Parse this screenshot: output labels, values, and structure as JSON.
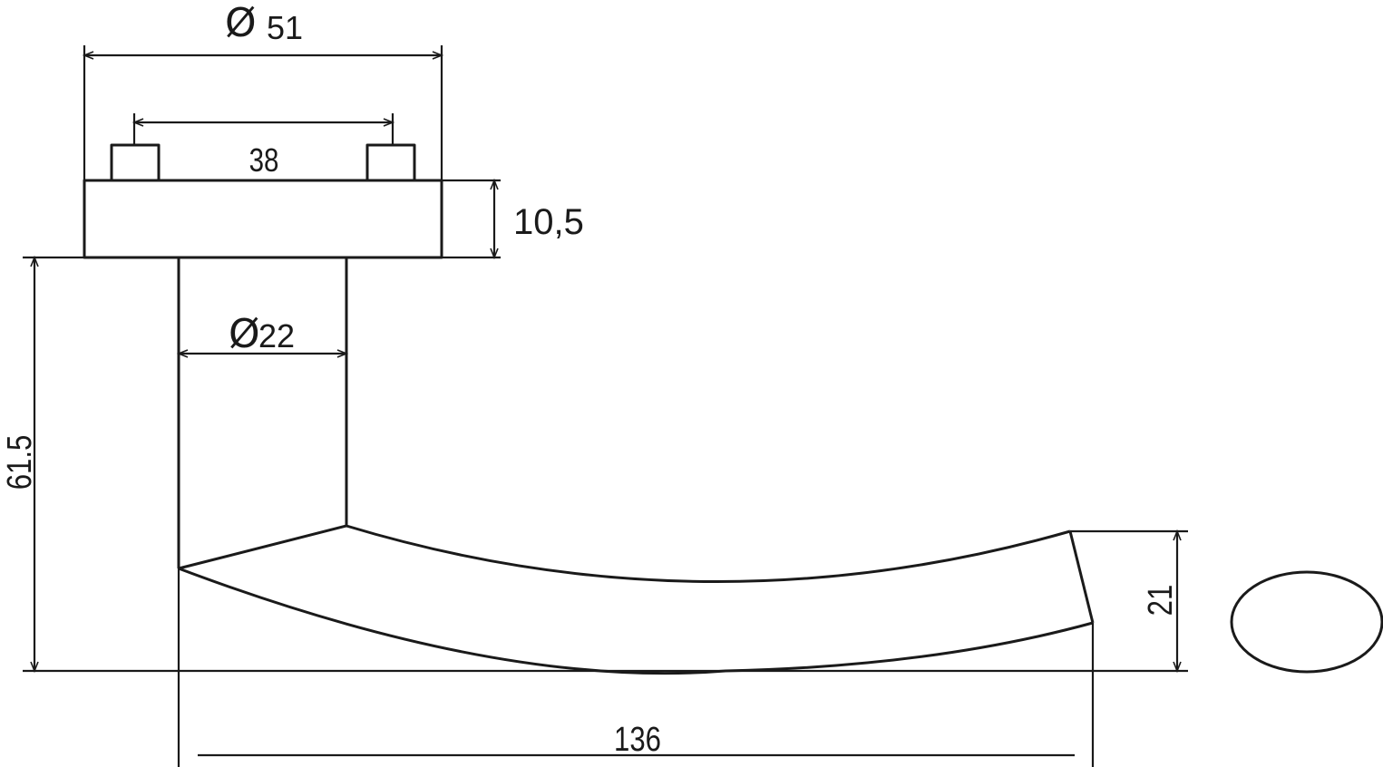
{
  "diagram": {
    "dimensions": {
      "rose_diameter": {
        "symbol": "Ø",
        "value": "51"
      },
      "screw_spacing": {
        "value": "38"
      },
      "rose_thickness": {
        "value": "10,5"
      },
      "shank_diameter": {
        "symbol": "Ø",
        "value": "22"
      },
      "projection": {
        "value": "61.5"
      },
      "lever_length": {
        "value": "136"
      },
      "grip_height": {
        "value": "21"
      }
    },
    "stroke_color": "#1a1a1a",
    "background_color": "#ffffff"
  }
}
